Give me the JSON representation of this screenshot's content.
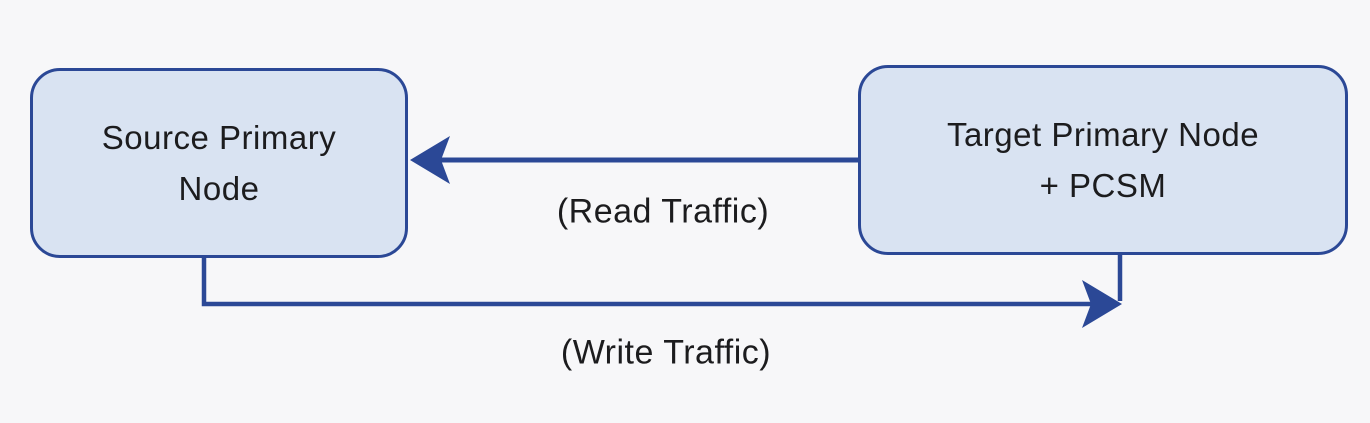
{
  "colors": {
    "background": "#f7f7f9",
    "node-fill": "#d9e3f2",
    "node-border": "#2b4896",
    "arrow": "#2b4896",
    "text": "#1c1c1e"
  },
  "diagram": {
    "nodes": {
      "source": {
        "line1": "Source Primary",
        "line2": "Node"
      },
      "target": {
        "line1": "Target Primary Node",
        "line2": "+ PCSM"
      }
    },
    "edges": {
      "read_label": "(Read Traffic)",
      "write_label": "(Write Traffic)"
    }
  }
}
